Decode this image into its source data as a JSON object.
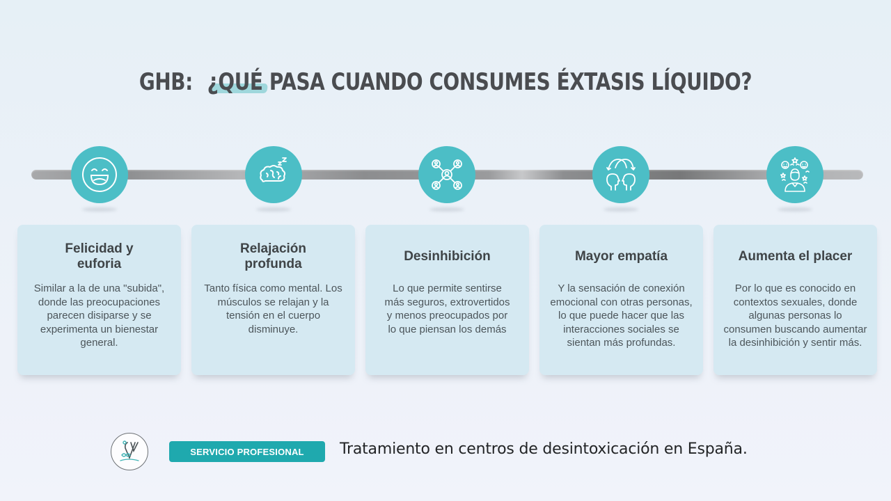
{
  "header": {
    "title_prefix": "GHB:",
    "title_highlight": "¿QUÉ",
    "title_rest": "PASA CUANDO CONSUMES ÉXTASIS LÍQUIDO?",
    "highlight_color": "#9fd7dc"
  },
  "colors": {
    "accent": "#4cbec6",
    "card_bg": "#d5e9f2",
    "badge_bg": "#1fa9ae",
    "text_dark": "#3f4447"
  },
  "timeline": {
    "nodes": [
      {
        "icon": "laughing-face-icon"
      },
      {
        "icon": "sleeping-brain-icon"
      },
      {
        "icon": "social-network-icon"
      },
      {
        "icon": "heads-connection-icon"
      },
      {
        "icon": "happy-person-icon"
      }
    ]
  },
  "cards": [
    {
      "title": "Felicidad y euforia",
      "body": "Similar a la de una \"subida\", donde las preocupaciones parecen disiparse y se experimenta un bienestar general."
    },
    {
      "title": "Relajación profunda",
      "body": "Tanto física como mental. Los músculos se relajan y la tensión en el cuerpo disminuye."
    },
    {
      "title": "Desinhibición",
      "body": "Lo que permite sentirse más seguros, extrovertidos y menos preocupados por lo que piensan los demás"
    },
    {
      "title": "Mayor empatía",
      "body": "Y la sensación de conexión emocional con otras personas, lo que puede hacer que las interacciones sociales se sientan más profundas."
    },
    {
      "title": "Aumenta el placer",
      "body": "Por lo que es conocido en contextos sexuales, donde algunas personas lo consumen buscando aumentar la desinhibición y sentir más."
    }
  ],
  "footer": {
    "logo": "brand-logo-icon",
    "badge_label": "SERVICIO PROFESIONAL",
    "tagline": "Tratamiento en centros de desintoxicación en España."
  }
}
